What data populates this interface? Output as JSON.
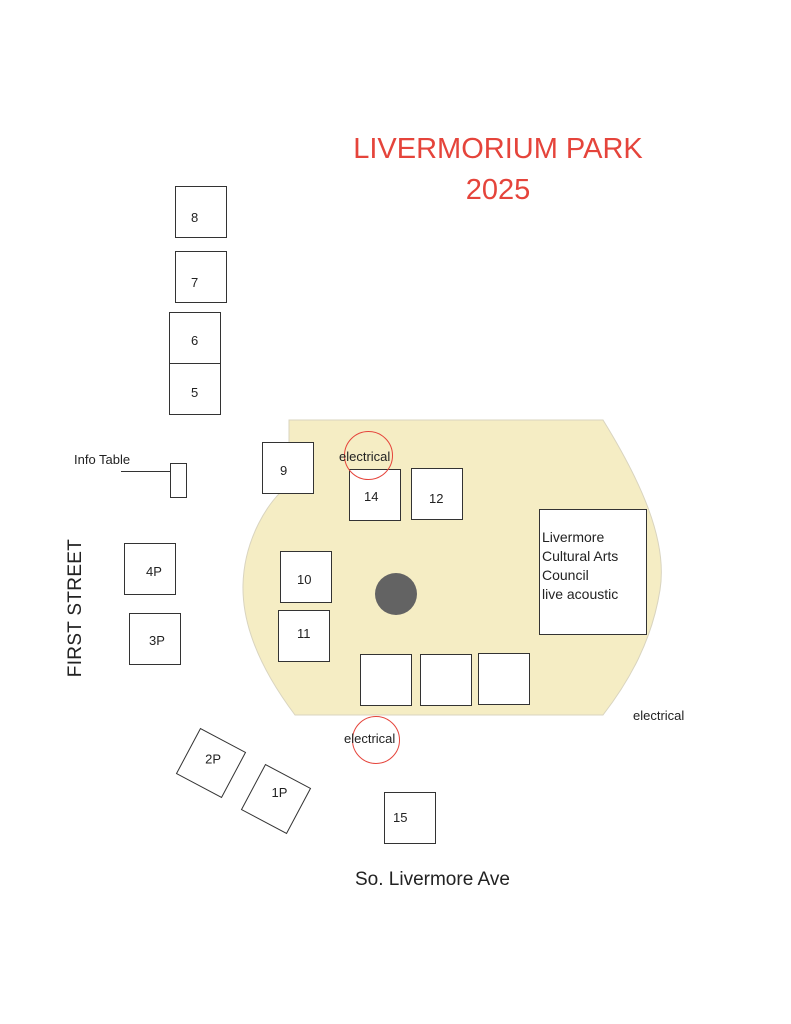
{
  "title": {
    "line1": "LIVERMORIUM PARK",
    "line2": "2025"
  },
  "streets": {
    "first": "FIRST STREET",
    "livermore": "So. Livermore Ave"
  },
  "info_table": "Info Table",
  "electrical_label": "electrical",
  "stage_label": "Livermore\nCultural Arts\nCouncil\nlive acoustic",
  "booths": {
    "b1": "1P",
    "b2": "2P",
    "b3": "3P",
    "b4": "4P",
    "b5": "5",
    "b6": "6",
    "b7": "7",
    "b8": "8",
    "b9": "9",
    "b10": "10",
    "b11": "11",
    "b12": "12",
    "b14": "14",
    "b15": "15"
  },
  "colors": {
    "park_fill": "#f5edc4",
    "accent": "#e5443b",
    "fountain": "#636363"
  }
}
